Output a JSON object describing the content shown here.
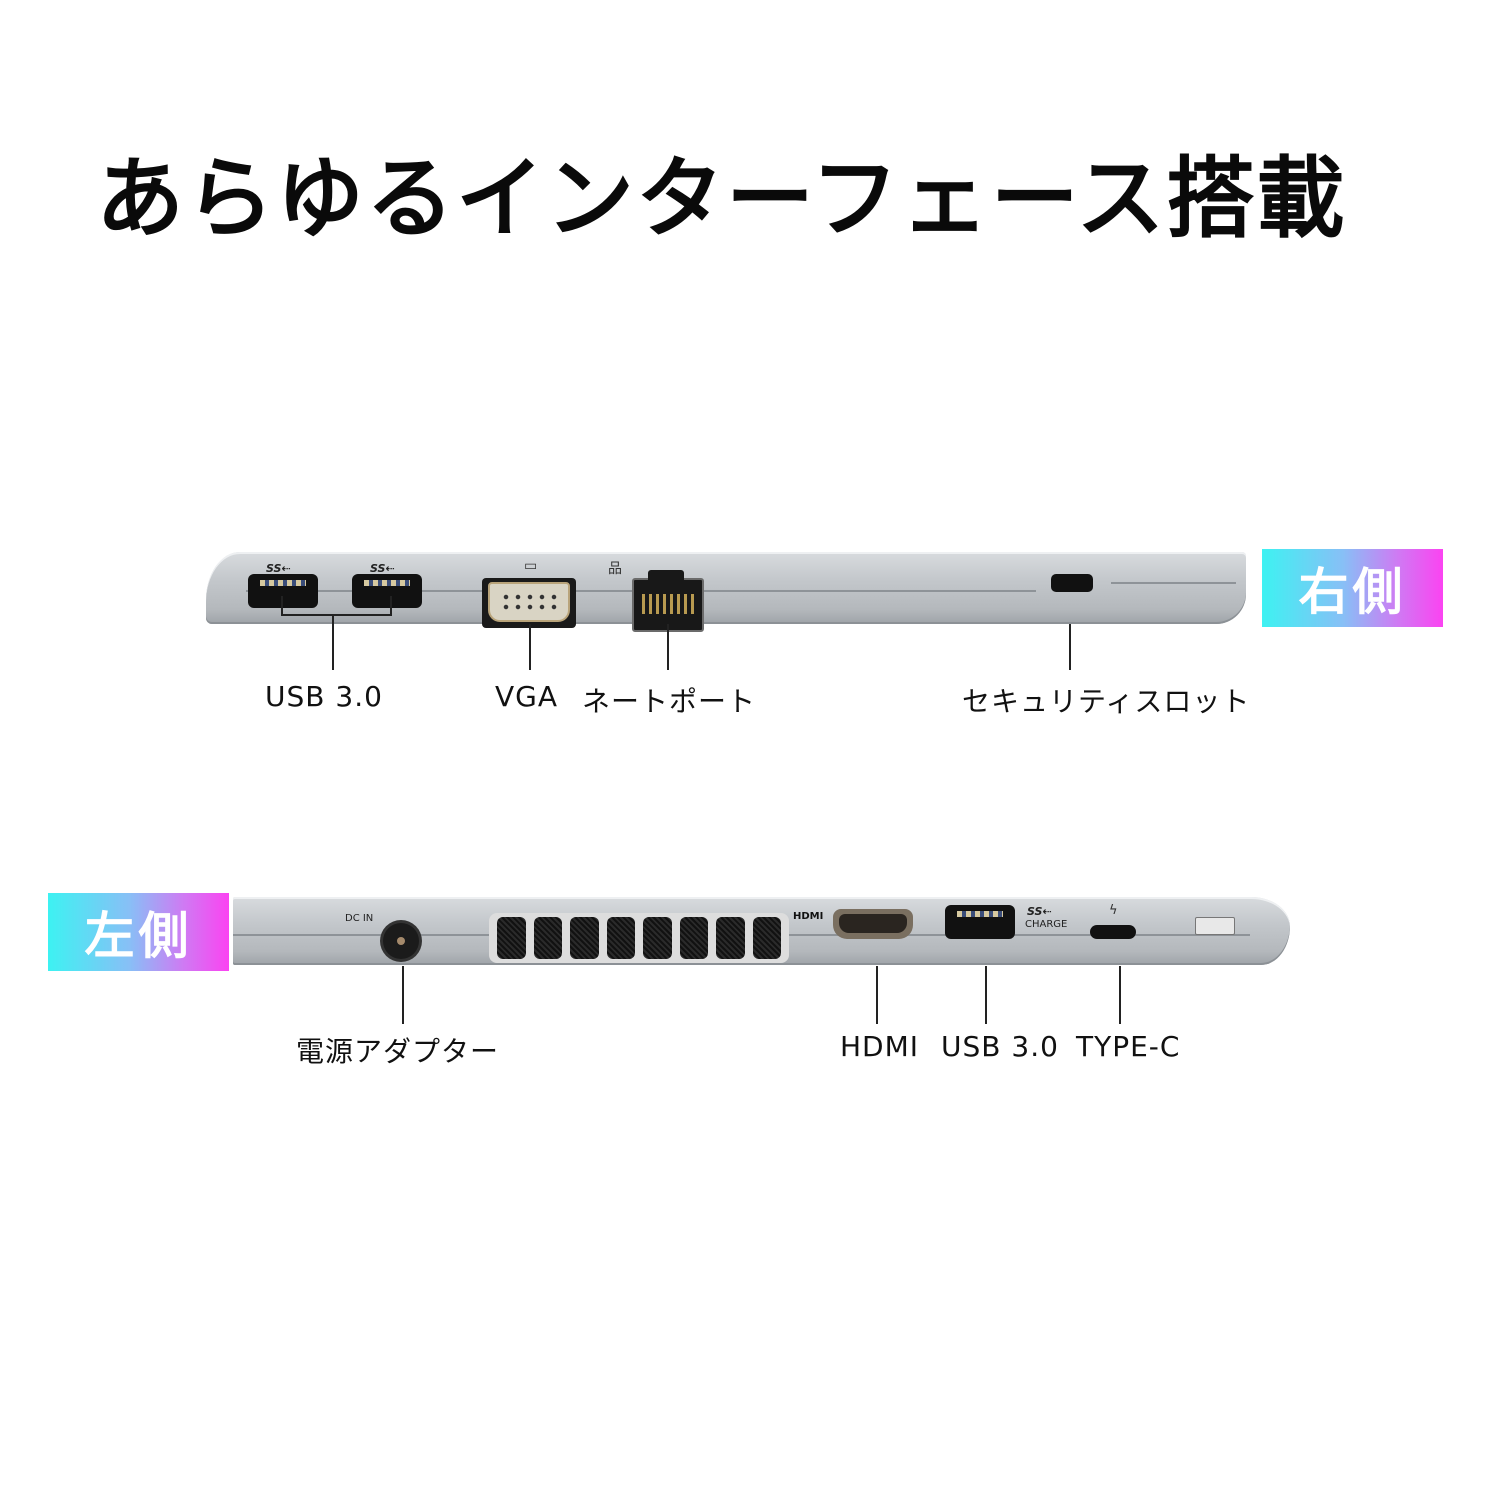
{
  "title": "あらゆるインターフェース搭載",
  "right_side": {
    "badge": "右側",
    "port_markings": {
      "usb_logo_1": "SS⇠",
      "usb_logo_2": "SS⇠",
      "vga_glyph": "▭",
      "lan_glyph": "品"
    },
    "labels": {
      "usb": "USB 3.0",
      "vga": "VGA",
      "lan": "ネートポート",
      "security": "セキュリティスロット"
    }
  },
  "left_side": {
    "badge": "左側",
    "port_markings": {
      "dc_in": "DC IN",
      "hdmi": "HDMI",
      "usb_logo": "SS⇠",
      "charge": "CHARGE",
      "thunderbolt": "ϟ"
    },
    "labels": {
      "power": "電源アダプター",
      "hdmi": "HDMI",
      "usb": "USB 3.0",
      "typec": "TYPE-C"
    }
  },
  "colors": {
    "badge_gradient_start": "#3df2f2",
    "badge_gradient_end": "#fb43f2",
    "laptop_silver": "#c3c7cb"
  }
}
